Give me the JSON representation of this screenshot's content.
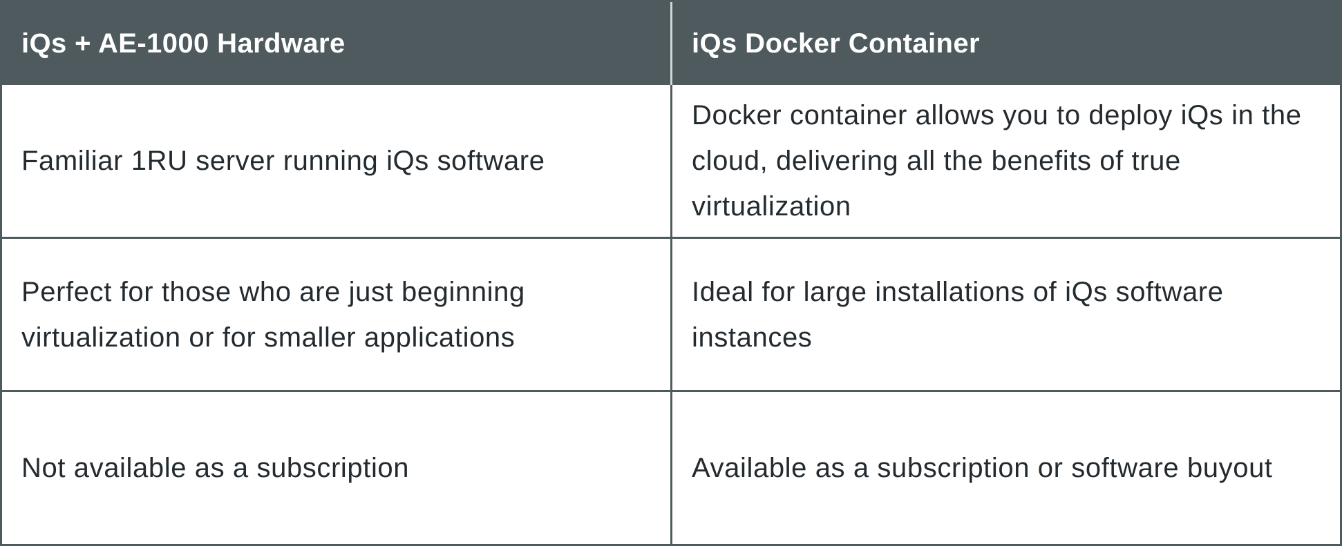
{
  "table": {
    "headers": [
      "iQs + AE-1000 Hardware",
      "iQs Docker Container"
    ],
    "rows": [
      [
        "Familiar 1RU server running iQs software",
        "Docker container allows you to deploy iQs in the cloud, delivering all the benefits of true virtualization"
      ],
      [
        "Perfect for those who are just beginning virtualization or for smaller applications",
        "Ideal for large installations of iQs software instances"
      ],
      [
        "Not available as a subscription",
        "Available as a subscription or software buyout"
      ]
    ]
  },
  "colors": {
    "header_bg": "#4f5a5e",
    "header_text": "#ffffff",
    "border": "#4f5a5e",
    "body_text": "#232b30"
  }
}
